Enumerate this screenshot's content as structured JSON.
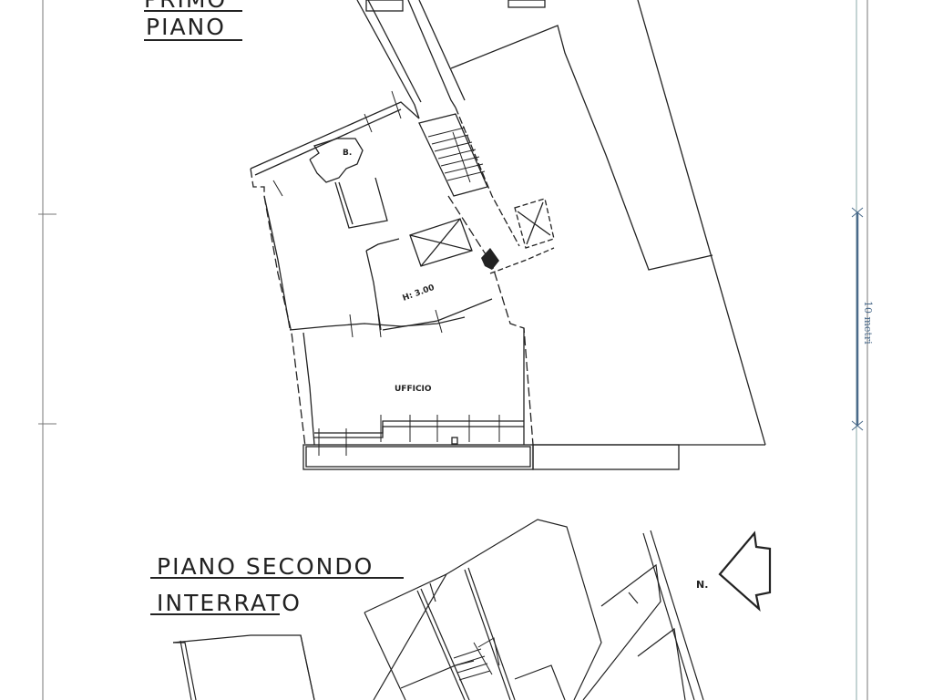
{
  "sheet": {
    "first_floor": {
      "title_line1": "PRIMO",
      "title_line2": "PIANO",
      "room_labels": {
        "bath": "B.",
        "height": "H: 3.00",
        "office": "UFFICIO"
      }
    },
    "basement": {
      "title_line1": "PIANO SECONDO",
      "title_line2": "INTERRATO"
    },
    "north_label": "N.",
    "scale_label": "10 metri",
    "colors": {
      "ink": "#222222",
      "scale": "#4a6a8a",
      "paper": "#ffffff"
    }
  }
}
